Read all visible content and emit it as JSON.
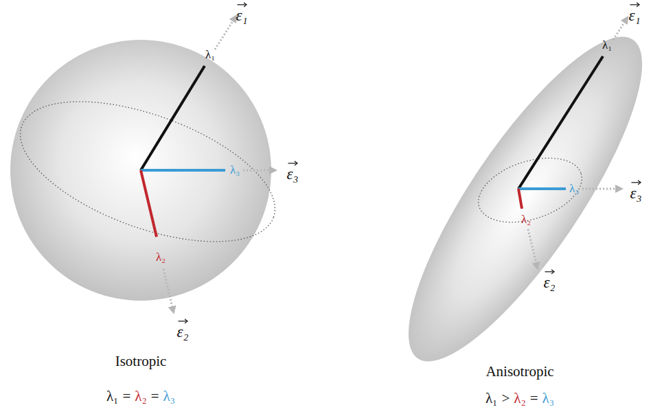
{
  "diagram": {
    "labels": [
      "ε₁",
      "λ₁",
      "λ₃",
      "ε₃",
      "λ₂",
      "ε₂",
      "Isotropic",
      "λ₁",
      "=",
      "λ₂",
      "=",
      "λ₃",
      "ε₁",
      "λ₁",
      "λ₃",
      "ε₃",
      "λ₂",
      "ε₂",
      "Anisotropic",
      "λ₁",
      ">",
      "λ₂",
      "=",
      "λ₃"
    ]
  }
}
